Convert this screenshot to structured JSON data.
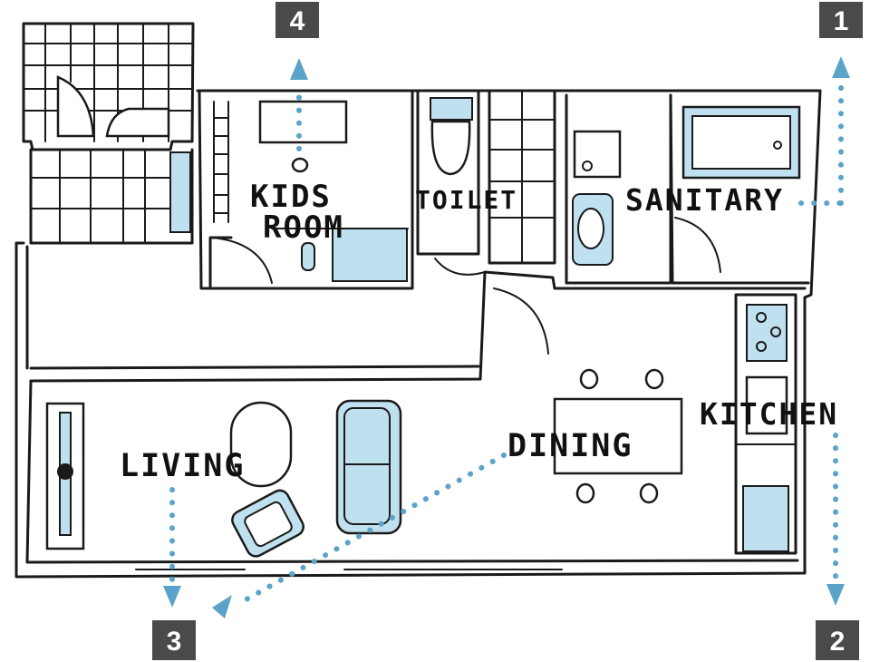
{
  "colors": {
    "accent": "#5ba3c9",
    "fixture": "#bfe0ee",
    "ink": "#1a1a1a",
    "badge": "#4a4a4a"
  },
  "rooms": {
    "kids_room_line1": "KIDS",
    "kids_room_line2": "ROOM",
    "toilet": "TOILET",
    "sanitary": "SANITARY",
    "kitchen": "KITCHEN",
    "dining": "DINING",
    "living": "LIVING"
  },
  "badges": [
    "1",
    "2",
    "3",
    "4"
  ]
}
